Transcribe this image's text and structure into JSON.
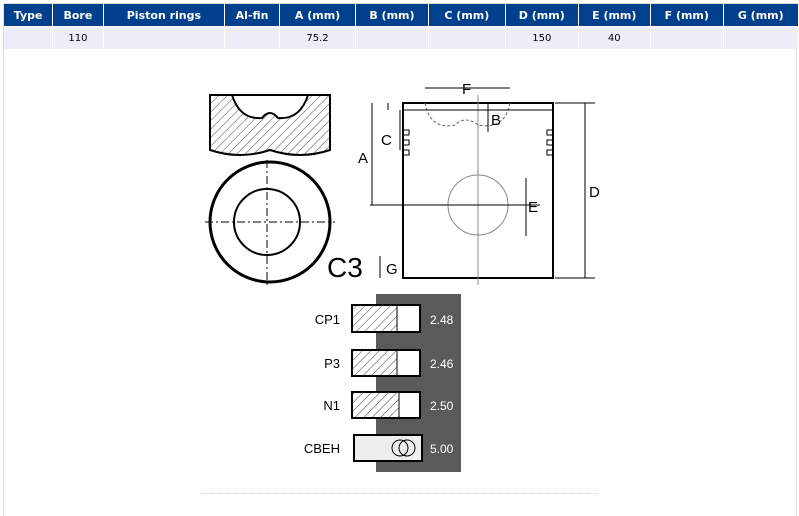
{
  "table": {
    "headers": [
      "Type",
      "Bore",
      "Piston rings",
      "Al-fin",
      "A (mm)",
      "B (mm)",
      "C (mm)",
      "D (mm)",
      "E (mm)",
      "F (mm)",
      "G (mm)"
    ],
    "row": [
      "",
      "110",
      "",
      "",
      "75.2",
      "",
      "",
      "150",
      "40",
      "",
      ""
    ]
  },
  "drawing": {
    "model": "C3",
    "dimension_labels": {
      "a": "A",
      "b": "B",
      "c": "C",
      "d": "D",
      "e": "E",
      "f": "F",
      "g": "G"
    },
    "rings": [
      {
        "name": "CP1",
        "value": "2.48"
      },
      {
        "name": "P3",
        "value": "2.46"
      },
      {
        "name": "N1",
        "value": "2.50"
      },
      {
        "name": "CBEH",
        "value": "5.00"
      }
    ]
  }
}
